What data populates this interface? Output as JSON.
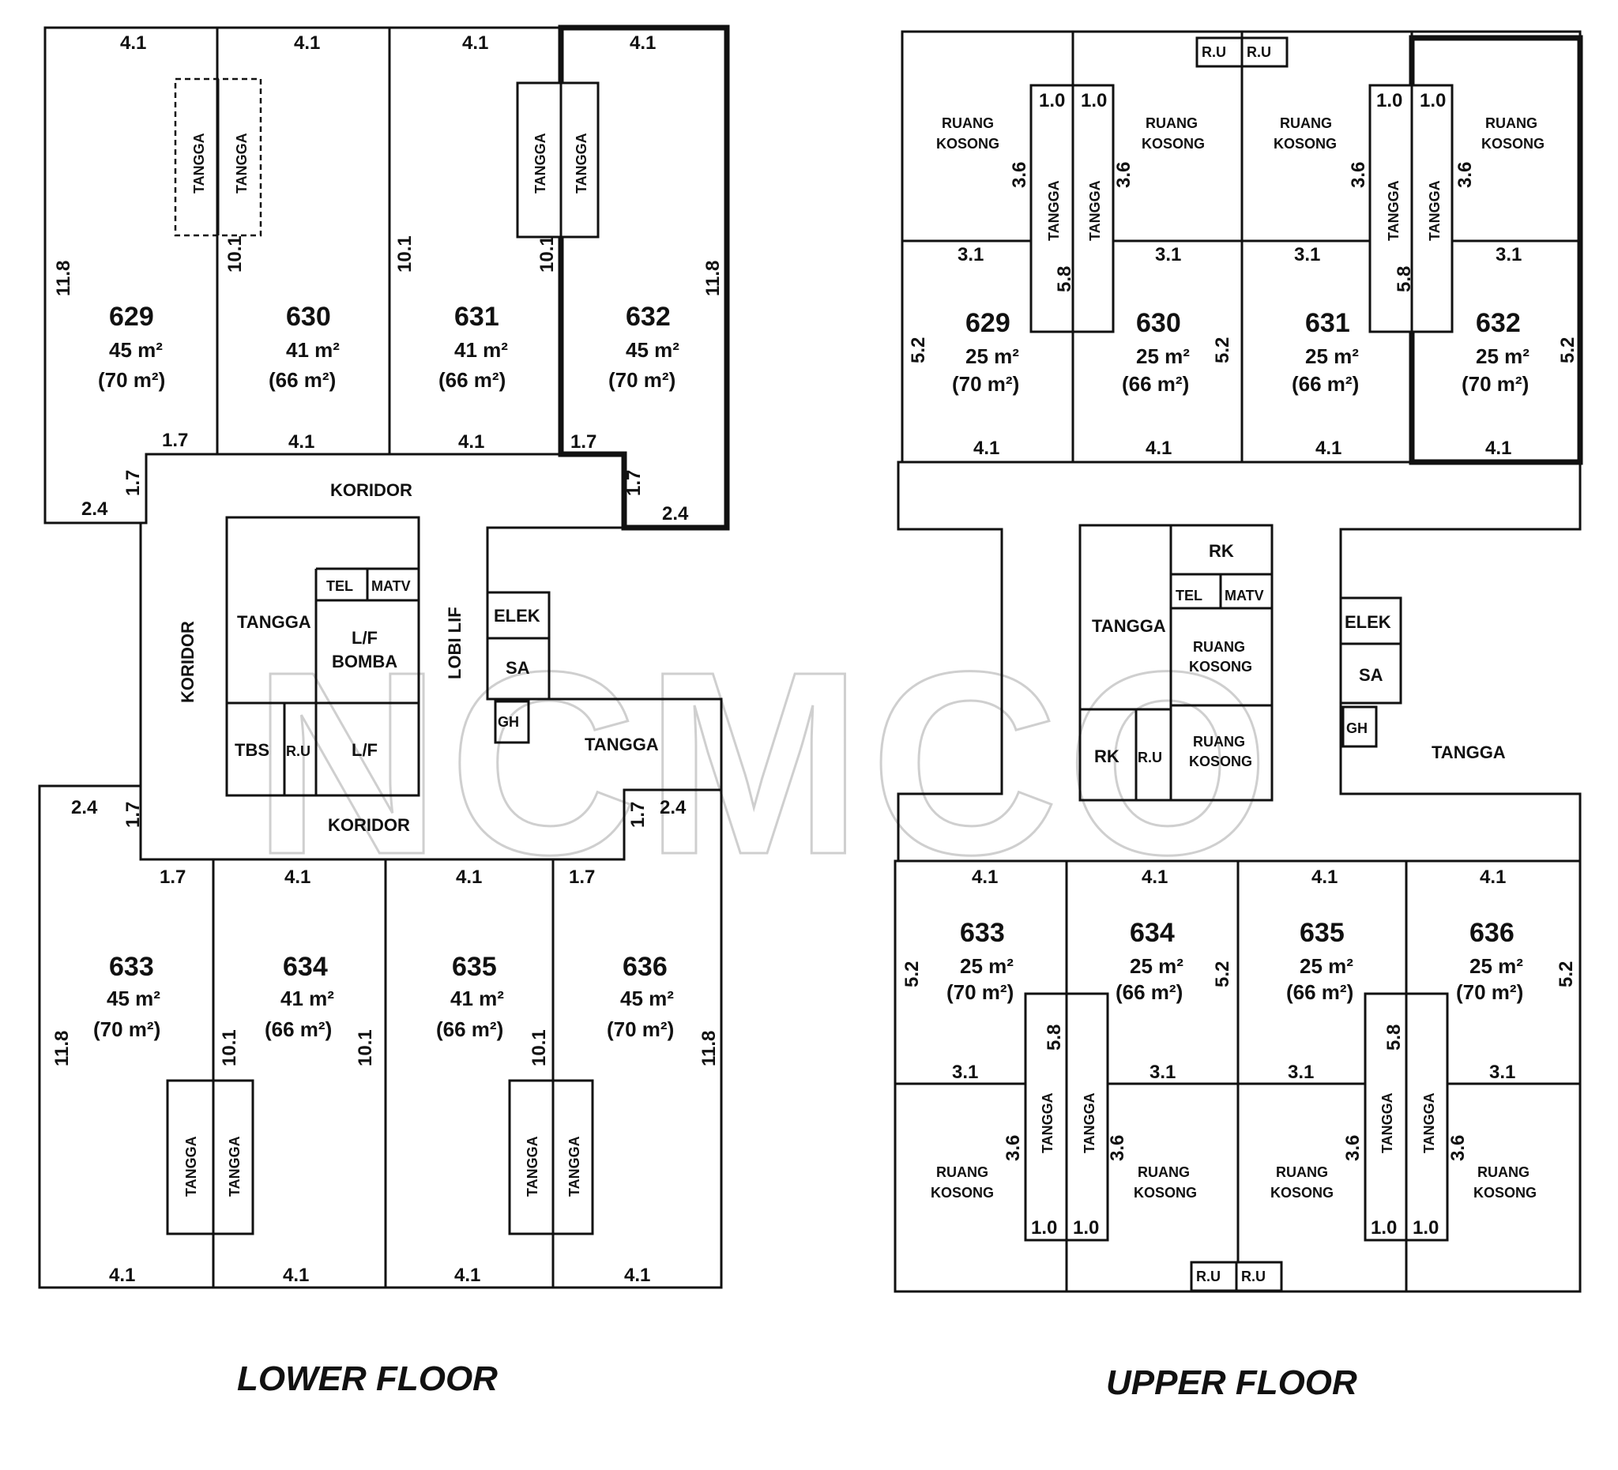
{
  "captions": {
    "lower": "LOWER FLOOR",
    "upper": "UPPER FLOOR"
  },
  "watermark": "NCMCO",
  "lower_units": [
    {
      "id": "629",
      "area": "45 m²",
      "area_total": "(70 m²)"
    },
    {
      "id": "630",
      "area": "41 m²",
      "area_total": "(66 m²)"
    },
    {
      "id": "631",
      "area": "41 m²",
      "area_total": "(66 m²)"
    },
    {
      "id": "632",
      "area": "45 m²",
      "area_total": "(70 m²)"
    },
    {
      "id": "633",
      "area": "45 m²",
      "area_total": "(70 m²)"
    },
    {
      "id": "634",
      "area": "41 m²",
      "area_total": "(66 m²)"
    },
    {
      "id": "635",
      "area": "41 m²",
      "area_total": "(66 m²)"
    },
    {
      "id": "636",
      "area": "45 m²",
      "area_total": "(70 m²)"
    }
  ],
  "upper_units": [
    {
      "id": "629",
      "area": "25 m²",
      "area_total": "(70 m²)"
    },
    {
      "id": "630",
      "area": "25 m²",
      "area_total": "(66 m²)"
    },
    {
      "id": "631",
      "area": "25 m²",
      "area_total": "(66 m²)"
    },
    {
      "id": "632",
      "area": "25 m²",
      "area_total": "(70 m²)"
    },
    {
      "id": "633",
      "area": "25 m²",
      "area_total": "(70 m²)"
    },
    {
      "id": "634",
      "area": "25 m²",
      "area_total": "(66 m²)"
    },
    {
      "id": "635",
      "area": "25 m²",
      "area_total": "(66 m²)"
    },
    {
      "id": "636",
      "area": "25 m²",
      "area_total": "(70 m²)"
    }
  ],
  "labels": {
    "tangga": "TANGGA",
    "koridor": "KORIDOR",
    "tel": "TEL",
    "matv": "MATV",
    "lif_bomba": [
      "L/F",
      "BOMBA"
    ],
    "lobi_lif": "LOBI LIF",
    "elek": "ELEK",
    "sa": "SA",
    "gh": "GH",
    "tbs": "TBS",
    "ru": "R.U",
    "lif": "L/F",
    "rk": "RK",
    "ruang_kosong": [
      "RUANG",
      "KOSONG"
    ]
  },
  "dims": {
    "w41": "4.1",
    "w31": "3.1",
    "h118": "11.8",
    "h101": "10.1",
    "d17": "1.7",
    "d24": "2.4",
    "d52": "5.2",
    "d36": "3.6",
    "d10": "1.0",
    "d58": "5.8"
  }
}
